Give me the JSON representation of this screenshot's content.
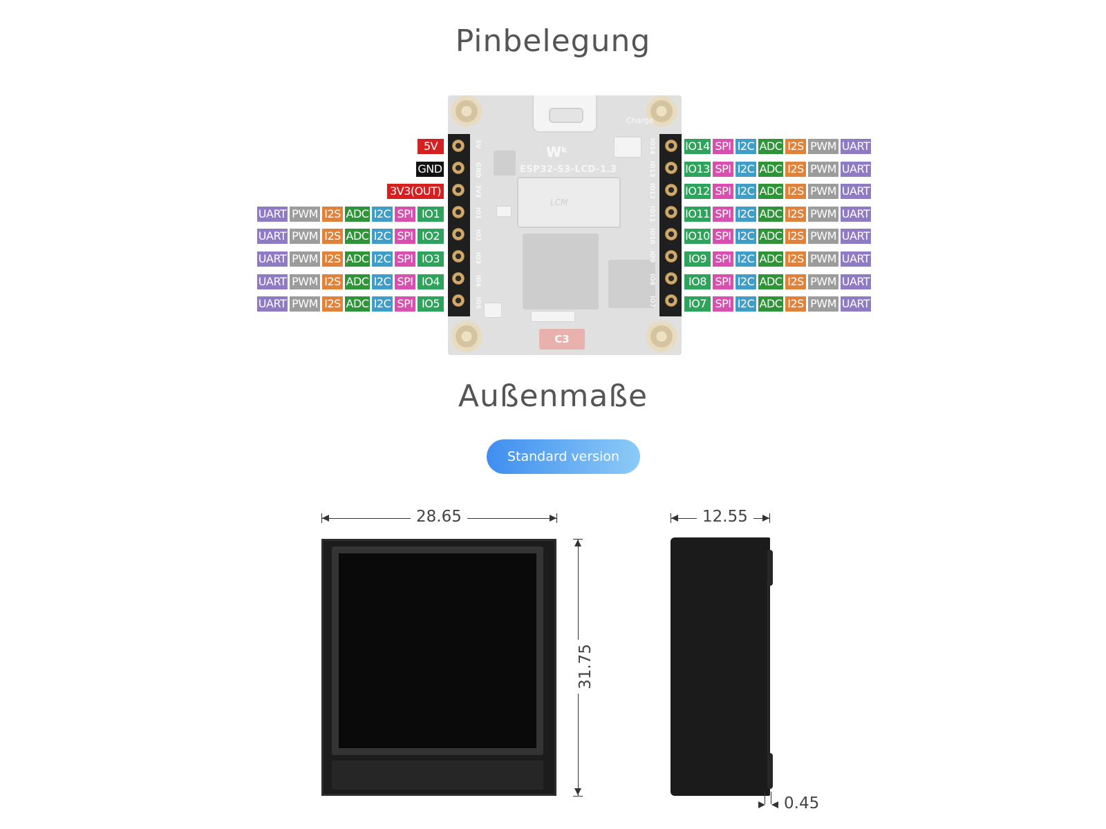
{
  "titles": {
    "pinout": "Pinbelegung",
    "dimensions": "Außenmaße"
  },
  "board": {
    "name": "ESP32-S3-LCD-1.3",
    "logo": "Wᵏ",
    "charge": "Charge",
    "chip_label": "C3",
    "slot_label": "LCM"
  },
  "left_power_pins": [
    {
      "label": "5V",
      "color": "#d62020"
    },
    {
      "label": "GND",
      "color": "#111111"
    },
    {
      "label": "3V3(OUT)",
      "color": "#d62020"
    }
  ],
  "left_io_pins": [
    {
      "io": "IO1",
      "functions": [
        "UART",
        "PWM",
        "I2S",
        "ADC",
        "I2C",
        "SPI"
      ]
    },
    {
      "io": "IO2",
      "functions": [
        "UART",
        "PWM",
        "I2S",
        "ADC",
        "I2C",
        "SPI"
      ]
    },
    {
      "io": "IO3",
      "functions": [
        "UART",
        "PWM",
        "I2S",
        "ADC",
        "I2C",
        "SPI"
      ]
    },
    {
      "io": "IO4",
      "functions": [
        "UART",
        "PWM",
        "I2S",
        "ADC",
        "I2C",
        "SPI"
      ]
    },
    {
      "io": "IO5",
      "functions": [
        "UART",
        "PWM",
        "I2S",
        "ADC",
        "I2C",
        "SPI"
      ]
    }
  ],
  "right_io_pins": [
    {
      "io": "IO14",
      "functions": [
        "SPI",
        "I2C",
        "ADC",
        "I2S",
        "PWM",
        "UART"
      ]
    },
    {
      "io": "IO13",
      "functions": [
        "SPI",
        "I2C",
        "ADC",
        "I2S",
        "PWM",
        "UART"
      ]
    },
    {
      "io": "IO12",
      "functions": [
        "SPI",
        "I2C",
        "ADC",
        "I2S",
        "PWM",
        "UART"
      ]
    },
    {
      "io": "IO11",
      "functions": [
        "SPI",
        "I2C",
        "ADC",
        "I2S",
        "PWM",
        "UART"
      ]
    },
    {
      "io": "IO10",
      "functions": [
        "SPI",
        "I2C",
        "ADC",
        "I2S",
        "PWM",
        "UART"
      ]
    },
    {
      "io": "IO9",
      "functions": [
        "SPI",
        "I2C",
        "ADC",
        "I2S",
        "PWM",
        "UART"
      ]
    },
    {
      "io": "IO8",
      "functions": [
        "SPI",
        "I2C",
        "ADC",
        "I2S",
        "PWM",
        "UART"
      ]
    },
    {
      "io": "IO7",
      "functions": [
        "SPI",
        "I2C",
        "ADC",
        "I2S",
        "PWM",
        "UART"
      ]
    }
  ],
  "left_silk": [
    "5V",
    "GND",
    "3V3",
    "IO1",
    "IO2",
    "IO3",
    "IO4",
    "IO5"
  ],
  "right_silk": [
    "IO14",
    "IO13",
    "IO12",
    "IO11",
    "IO10",
    "IO9",
    "IO8",
    "IO7"
  ],
  "function_colors": {
    "UART": "#8e7bc4",
    "PWM": "#9c9c9c",
    "I2S": "#e0823a",
    "ADC": "#2e9437",
    "I2C": "#3f9ec8",
    "SPI": "#d94fb0",
    "IO": "#2ea35b"
  },
  "version_button": "Standard version",
  "dimensions": {
    "width": "28.65",
    "height": "31.75",
    "depth": "12.55",
    "offset": "0.45"
  }
}
